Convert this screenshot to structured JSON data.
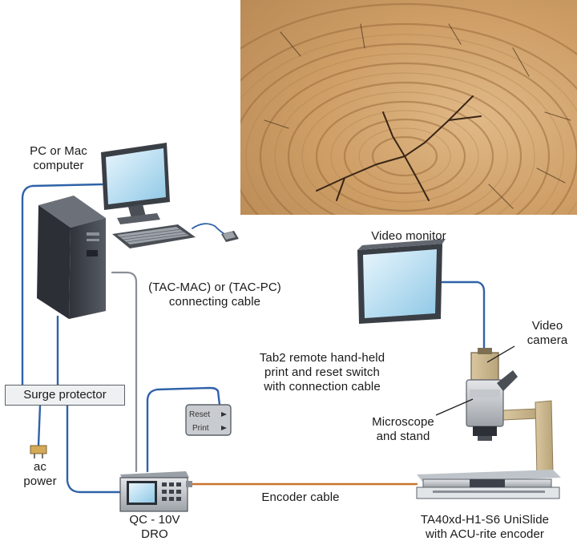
{
  "labels": {
    "pc": [
      "PC or Mac",
      "computer"
    ],
    "cable_conn": [
      "(TAC-MAC) or (TAC-PC)",
      "connecting cable"
    ],
    "video_monitor": "Video monitor",
    "video_camera": [
      "Video",
      "camera"
    ],
    "tab2": [
      "Tab2 remote hand-held",
      "print and reset switch",
      "with connection cable"
    ],
    "microscope": [
      "Microscope",
      "and stand"
    ],
    "surge": "Surge protector",
    "ac_power": [
      "ac",
      "power"
    ],
    "encoder_cable": "Encoder cable",
    "dro": [
      "QC - 10V",
      "DRO"
    ],
    "unislide": [
      "TA40xd-H1-S6 UniSlide",
      "with ACU-rite encoder"
    ]
  },
  "remote_buttons": [
    "Reset",
    "Print"
  ],
  "colors": {
    "cable_blue": "#2f62a8",
    "cable_gray": "#8a8f96",
    "encoder_orange": "#c9752e",
    "wood": "#c99a63",
    "screen": "#bfe3f5",
    "tower": "#3d4149"
  }
}
